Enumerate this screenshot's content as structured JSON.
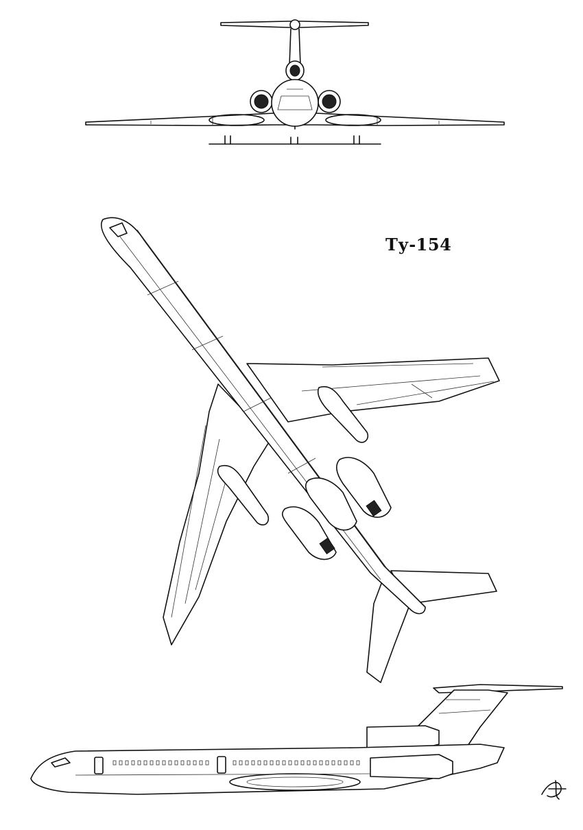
{
  "title": "Ту-154",
  "views": {
    "front": "front-view",
    "top": "plan-view",
    "side": "side-view"
  },
  "monogram": "signature"
}
